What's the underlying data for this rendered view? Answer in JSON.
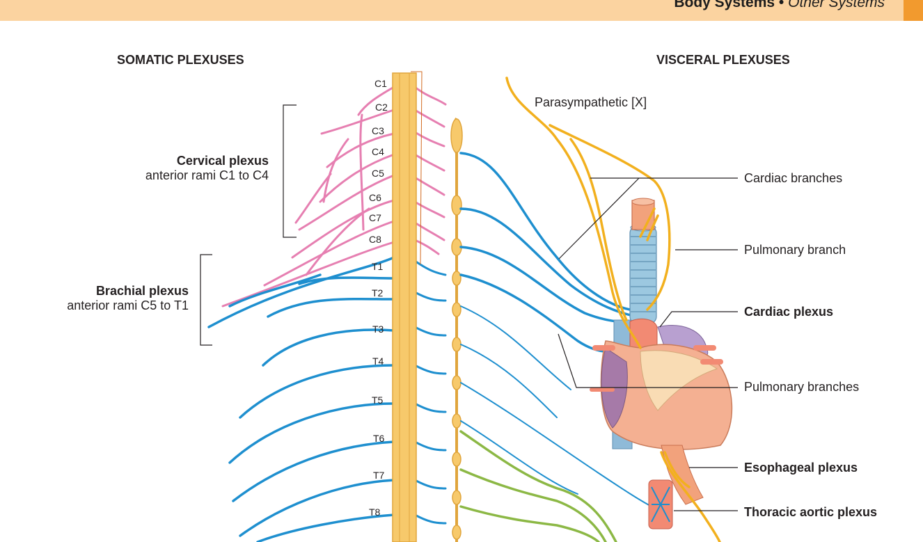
{
  "header": {
    "section": "Body Systems",
    "separator": "•",
    "subsection": "Other Systems"
  },
  "diagram": {
    "left_heading": "SOMATIC PLEXUSES",
    "right_heading": "VISCERAL PLEXUSES",
    "segments": [
      "C1",
      "C2",
      "C3",
      "C4",
      "C5",
      "C6",
      "C7",
      "C8",
      "T1",
      "T2",
      "T3",
      "T4",
      "T5",
      "T6",
      "T7",
      "T8"
    ],
    "left_labels": {
      "cervical_title": "Cervical plexus",
      "cervical_sub": "anterior rami C1 to C4",
      "brachial_title": "Brachial plexus",
      "brachial_sub": "anterior rami C5 to T1"
    },
    "right_labels": {
      "parasympathetic": "Parasympathetic [X]",
      "cardiac_branches": "Cardiac branches",
      "pulmonary_branch": "Pulmonary branch",
      "cardiac_plexus": "Cardiac plexus",
      "pulmonary_branches": "Pulmonary branches",
      "esophageal_plexus": "Esophageal plexus",
      "thoracic_aortic_plexus": "Thoracic aortic plexus"
    },
    "colors": {
      "header_bg": "#fbd3a0",
      "header_accent": "#f29a2e",
      "spinal_cord": "#f7c96b",
      "cervical_nerves": "#e67fb1",
      "thoracic_nerves": "#1e8fcf",
      "vagus": "#f2b01e",
      "splanchnic": "#8cb845",
      "trachea": "#9cc8e0",
      "heart": "#f2a27c"
    }
  }
}
